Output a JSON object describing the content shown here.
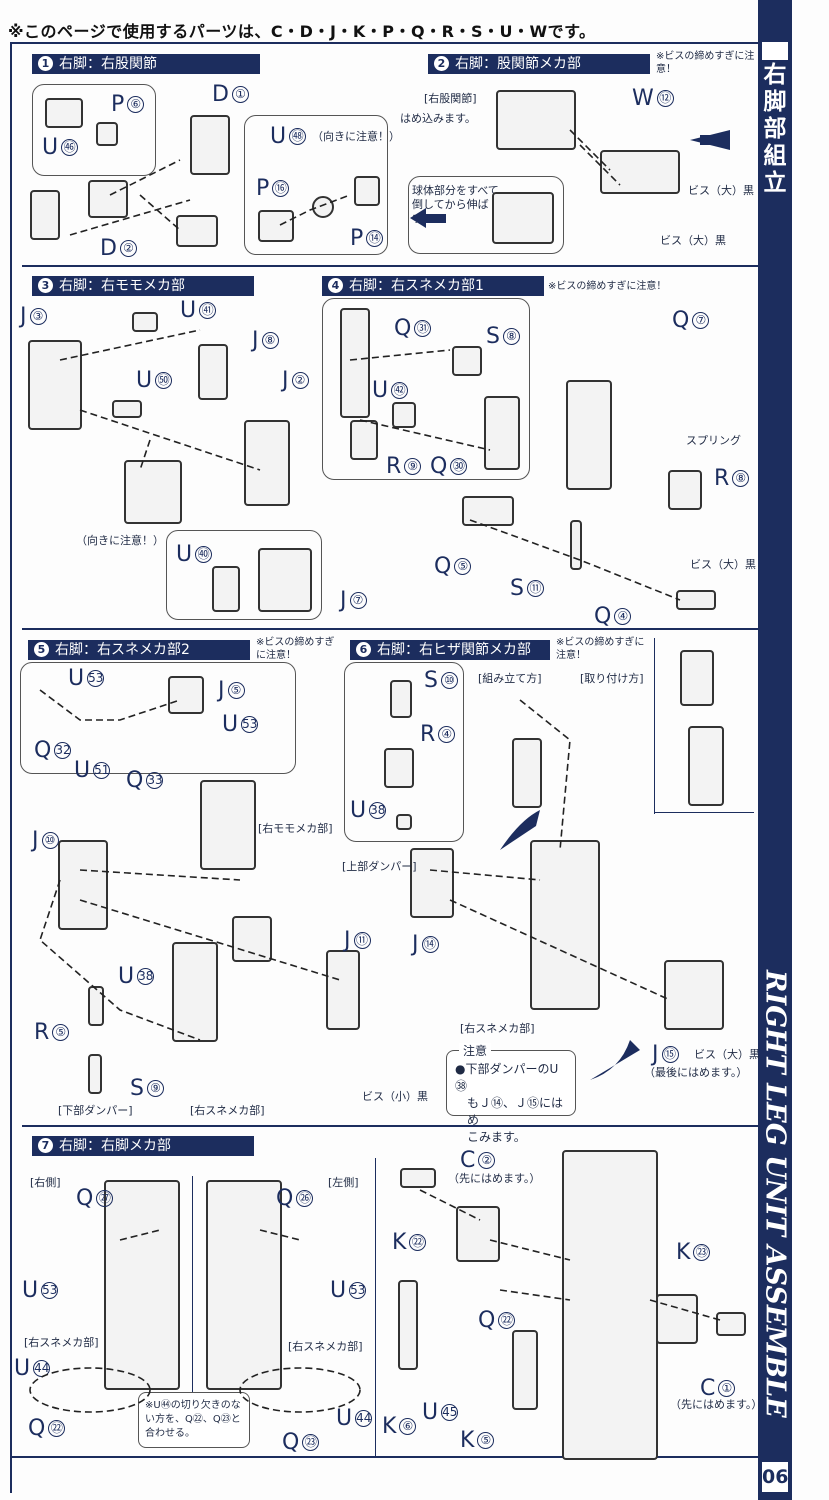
{
  "page": {
    "parts_note": "※このページで使用するパーツは、C・D・J・K・P・Q・R・S・U・Wです。",
    "side_title_jp": [
      "■",
      "右",
      "脚",
      "部",
      "組",
      "立"
    ],
    "side_title_en": "RIGHT LEG UNIT ASSEMBLE",
    "page_number": "06",
    "accent_color": "#1c2d5e"
  },
  "sections": [
    {
      "num": "1",
      "title": "右脚：右股関節",
      "labels": [
        {
          "letter": "P",
          "num": "⑥"
        },
        {
          "letter": "U",
          "num": "㊻"
        },
        {
          "letter": "D",
          "num": "①"
        },
        {
          "letter": "D",
          "num": "②"
        },
        {
          "letter": "U",
          "num": "㊽"
        },
        {
          "letter": "P",
          "num": "⑯"
        },
        {
          "letter": "P",
          "num": "⑭"
        }
      ],
      "notes": [
        "（向きに注意！）"
      ]
    },
    {
      "num": "2",
      "title": "右脚：股関節メカ部",
      "caution": "※ビスの締めすぎに注意！",
      "labels": [
        {
          "letter": "W",
          "num": "⑫"
        }
      ],
      "notes": [
        "[右股関節]",
        "はめ込みます。",
        "球体部分をすべて倒してから伸ばす。",
        "ビス（大）黒",
        "ビス（大）黒"
      ]
    },
    {
      "num": "3",
      "title": "右脚：右モモメカ部",
      "labels": [
        {
          "letter": "J",
          "num": "③"
        },
        {
          "letter": "U",
          "num": "㊶"
        },
        {
          "letter": "J",
          "num": "⑧"
        },
        {
          "letter": "U",
          "num": "㊿"
        },
        {
          "letter": "J",
          "num": "②"
        },
        {
          "letter": "U",
          "num": "㊵"
        },
        {
          "letter": "J",
          "num": "⑦"
        }
      ],
      "notes": [
        "（向きに注意！）"
      ]
    },
    {
      "num": "4",
      "title": "右脚：右スネメカ部1",
      "caution": "※ビスの締めすぎに注意！",
      "labels": [
        {
          "letter": "Q",
          "num": "㉛"
        },
        {
          "letter": "S",
          "num": "⑧"
        },
        {
          "letter": "U",
          "num": "㊷"
        },
        {
          "letter": "R",
          "num": "⑨"
        },
        {
          "letter": "Q",
          "num": "㉚"
        },
        {
          "letter": "Q",
          "num": "⑦"
        },
        {
          "letter": "R",
          "num": "⑧"
        },
        {
          "letter": "Q",
          "num": "⑤"
        },
        {
          "letter": "S",
          "num": "⑪"
        },
        {
          "letter": "Q",
          "num": "④"
        }
      ],
      "notes": [
        "スプリング",
        "ビス（大）黒"
      ]
    },
    {
      "num": "5",
      "title": "右脚：右スネメカ部2",
      "caution": "※ビスの締めすぎに注意！",
      "labels": [
        {
          "letter": "U",
          "num": "53"
        },
        {
          "letter": "J",
          "num": "⑤"
        },
        {
          "letter": "U",
          "num": "53"
        },
        {
          "letter": "Q",
          "num": "32"
        },
        {
          "letter": "U",
          "num": "51"
        },
        {
          "letter": "Q",
          "num": "33"
        },
        {
          "letter": "J",
          "num": "⑩"
        },
        {
          "letter": "U",
          "num": "38"
        },
        {
          "letter": "R",
          "num": "⑤"
        },
        {
          "letter": "S",
          "num": "⑨"
        },
        {
          "letter": "J",
          "num": "⑪"
        }
      ],
      "notes": [
        "[右モモメカ部]",
        "[下部ダンパー]",
        "[右スネメカ部]",
        "ビス（小）黒"
      ]
    },
    {
      "num": "6",
      "title": "右脚：右ヒザ関節メカ部",
      "caution": "※ビスの締めすぎに注意！",
      "labels": [
        {
          "letter": "S",
          "num": "⑩"
        },
        {
          "letter": "R",
          "num": "④"
        },
        {
          "letter": "U",
          "num": "38"
        },
        {
          "letter": "J",
          "num": "⑭"
        },
        {
          "letter": "J",
          "num": "⑮"
        }
      ],
      "notes": [
        "[組み立て方]",
        "[取り付け方]",
        "[上部ダンパー]",
        "[右スネメカ部]",
        "ビス（大）黒",
        "（最後にはめます。）"
      ],
      "notice": {
        "title": "注意",
        "lines": [
          "●下部ダンパーのU㊳",
          "もＪ⑭、Ｊ⑮にはめ",
          "こみます。"
        ]
      }
    },
    {
      "num": "7",
      "title": "右脚：右脚メカ部",
      "labels": [
        {
          "letter": "Q",
          "num": "㉗"
        },
        {
          "letter": "U",
          "num": "53"
        },
        {
          "letter": "U",
          "num": "44"
        },
        {
          "letter": "Q",
          "num": "㉒"
        },
        {
          "letter": "Q",
          "num": "㉖"
        },
        {
          "letter": "U",
          "num": "53"
        },
        {
          "letter": "U",
          "num": "44"
        },
        {
          "letter": "Q",
          "num": "㉓"
        },
        {
          "letter": "C",
          "num": "②"
        },
        {
          "letter": "K",
          "num": "㉒"
        },
        {
          "letter": "K",
          "num": "㉓"
        },
        {
          "letter": "Q",
          "num": "㉒"
        },
        {
          "letter": "C",
          "num": "①"
        },
        {
          "letter": "U",
          "num": "45"
        },
        {
          "letter": "K",
          "num": "⑥"
        },
        {
          "letter": "K",
          "num": "⑤"
        }
      ],
      "notes": [
        "[右側]",
        "[左側]",
        "[右スネメカ部]",
        "[右スネメカ部]",
        "（先にはめます。）",
        "（先にはめます。）"
      ],
      "tip_lines": [
        "※U㊹の切り欠きのな",
        "い方を、Q㉒、Q㉓と",
        "合わせる。"
      ]
    }
  ]
}
